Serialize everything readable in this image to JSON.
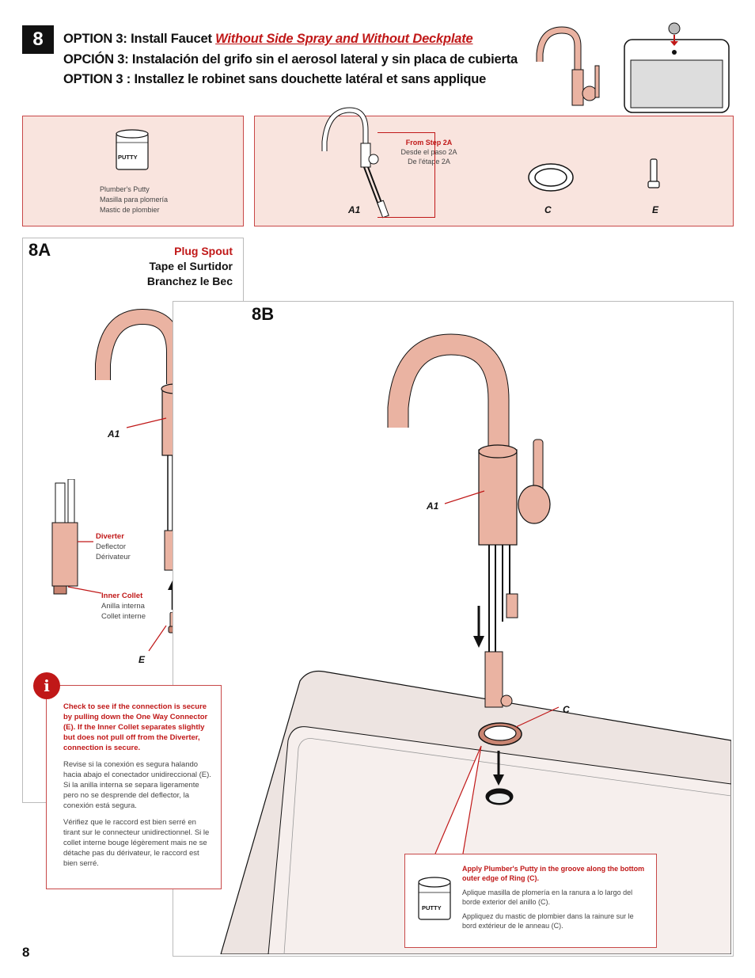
{
  "step": "8",
  "heading": {
    "line1_prefix": "OPTION 3:  Install Faucet ",
    "line1_emphasis": "Without Side Spray and Without Deckplate",
    "line2": "OPCIÓN 3:  Instalación del grifo sin el aerosol lateral y sin placa de cubierta",
    "line3": "OPTION 3 : Installez le robinet sans douchette latéral et sans applique"
  },
  "materials": {
    "putty_label": "PUTTY",
    "putty_names": [
      "Plumber's Putty",
      "Masilla para plomería",
      "Mastic de plombier"
    ],
    "from_step": "From Step 2A",
    "from_step_es": "Desde el paso 2A",
    "from_step_fr": "De l'étape 2A",
    "parts": [
      "A1",
      "C",
      "E"
    ]
  },
  "step_8a": {
    "label": "8A",
    "title": "Plug Spout",
    "title_es": "Tape el Surtidor",
    "title_fr": "Branchez le Bec",
    "part_a1": "A1",
    "part_e": "E",
    "diverter": "Diverter",
    "diverter_es": "Deflector",
    "diverter_fr": "Dérivateur",
    "collet": "Inner Collet",
    "collet_es": "Anilla interna",
    "collet_fr": "Collet interne"
  },
  "info_note": {
    "icon": "i",
    "en": "Check to see if the connection is secure by pulling down the One Way Connector (E).  If the Inner Collet separates slightly but does not pull off from the Diverter, connection is secure.",
    "es": "Revise si la conexión es segura halando hacia abajo el conectador unidireccional (E). Si la anilla interna se separa ligeramente pero no se desprende del deflector, la conexión está segura.",
    "fr": "Vérifiez que le raccord est bien serré en tirant sur le connecteur unidirectionnel. Si le collet interne bouge  légèrement mais ne se détache pas du dérivateur, le raccord est bien serré."
  },
  "step_8b": {
    "label": "8B",
    "part_a1": "A1",
    "part_c": "C",
    "putty_label": "PUTTY",
    "callout_en": "Apply Plumber's Putty in the groove along the bottom outer edge of Ring (C).",
    "callout_es": "Aplique masilla de plomería en la ranura a lo largo del borde exterior del anillo (C).",
    "callout_fr": "Appliquez du mastic de plombier dans la rainure sur le bord extérieur de le anneau (C)."
  },
  "page_number": "8",
  "colors": {
    "accent_red": "#c01818",
    "panel_fill": "#f9e4de",
    "copper": "#eab3a2",
    "copper_dark": "#c98471"
  }
}
